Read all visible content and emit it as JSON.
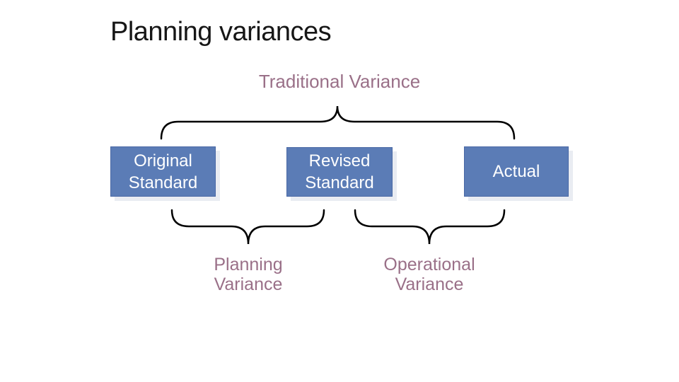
{
  "slide": {
    "title": "Planning variances"
  },
  "diagram": {
    "top_label": "Traditional Variance",
    "boxes": [
      {
        "id": "original-standard",
        "label": "Original\nStandard"
      },
      {
        "id": "revised-standard",
        "label": "Revised\nStandard"
      },
      {
        "id": "actual",
        "label": "Actual"
      }
    ],
    "bottom_labels": [
      {
        "id": "planning-variance",
        "label": "Planning\nVariance"
      },
      {
        "id": "operational-variance",
        "label": "Operational\nVariance"
      }
    ]
  },
  "colors": {
    "background": "#ffffff",
    "title_text": "#161616",
    "accent_text": "#9a7088",
    "box_fill": "#5b7cb6",
    "box_border": "#4a69a5",
    "box_text": "#ffffff",
    "box_shadow": "#e9ecf2",
    "brace": "#000000"
  }
}
